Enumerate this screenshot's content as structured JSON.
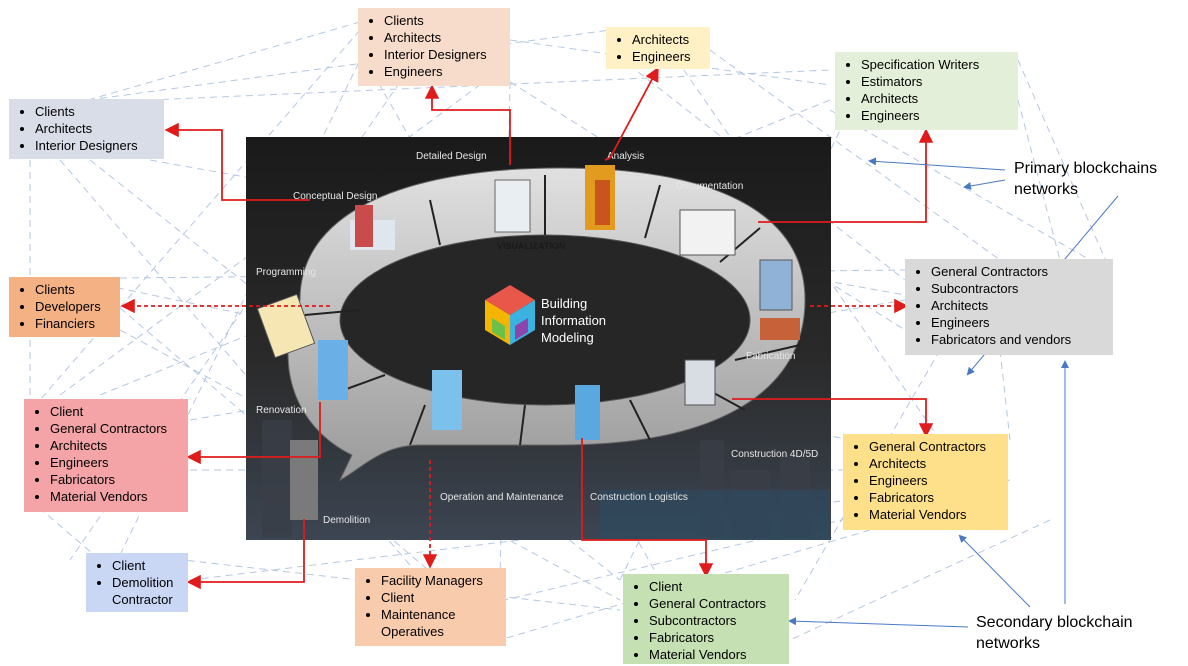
{
  "center": {
    "title_lines": [
      "Building",
      "Information",
      "Modeling"
    ],
    "ring_label": "VISUALIZATION"
  },
  "stages": [
    "Detailed Design",
    "Analysis",
    "Documentation",
    "Conceptual Design",
    "Programming",
    "Fabrication",
    "Renovation",
    "Construction 4D/5D",
    "Demolition",
    "Operation and Maintenance",
    "Construction Logistics"
  ],
  "boxes": {
    "detailed_design": [
      "Clients",
      "Architects",
      "Interior Designers",
      "Engineers"
    ],
    "analysis": [
      "Architects",
      "Engineers"
    ],
    "documentation": [
      "Specification Writers",
      "Estimators",
      "Architects",
      "Engineers"
    ],
    "conceptual": [
      "Clients",
      "Architects",
      "Interior Designers"
    ],
    "programming": [
      "Clients",
      "Developers",
      "Financiers"
    ],
    "fabrication": [
      "General Contractors",
      "Subcontractors",
      "Architects",
      "Engineers",
      "Fabricators and vendors"
    ],
    "renovation": [
      "Client",
      "General Contractors",
      "Architects",
      "Engineers",
      "Fabricators",
      "Material Vendors"
    ],
    "construction": [
      "General Contractors",
      "Architects",
      "Engineers",
      "Fabricators",
      "Material Vendors"
    ],
    "demolition": [
      "Client",
      "Demolition Contractor"
    ],
    "operation": [
      "Facility Managers",
      "Client",
      "Maintenance Operatives"
    ],
    "logistics": [
      "Client",
      "General Contractors",
      "Subcontractors",
      "Fabricators",
      "Material Vendors"
    ]
  },
  "legend": {
    "primary": "Primary blockchains networks",
    "secondary": "Secondary blockchain networks"
  },
  "colors": {
    "peach": "#f8dccb",
    "yellow": "#fff0c6",
    "green": "#e3efd9",
    "grey_blue": "#d9dde8",
    "orange": "#f4b183",
    "grey": "#d9d9d9",
    "pink": "#f4a3a7",
    "yellow_strong": "#ffe08a",
    "lavender": "#c9d7f5",
    "tan": "#f8cbad",
    "green_strong": "#c5e0b3",
    "red_link": "#e01b1b",
    "dashed_link": "#b4c8e2",
    "blue_arrow": "#4a79c4"
  }
}
